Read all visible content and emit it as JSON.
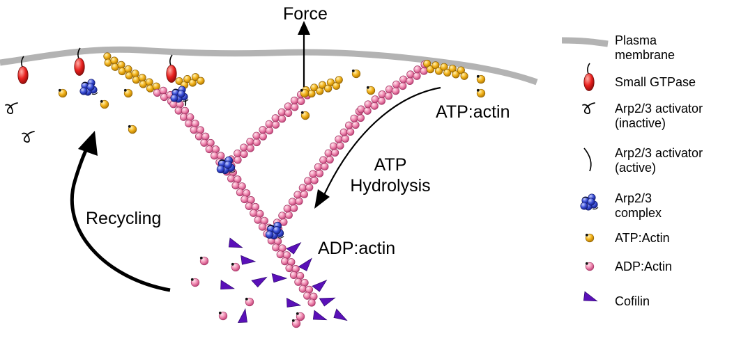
{
  "labels": {
    "force": "Force",
    "atp_actin": "ATP:actin",
    "atp_hydrolysis_line1": "ATP",
    "atp_hydrolysis_line2": "Hydrolysis",
    "recycling": "Recycling",
    "adp_actin": "ADP:actin"
  },
  "legend": [
    {
      "icon": "plasma-membrane",
      "line1": "Plasma",
      "line2": "membrane"
    },
    {
      "icon": "small-gtpase",
      "line1": "Small GTPase",
      "line2": ""
    },
    {
      "icon": "arp23-activator-inactive",
      "line1": "Arp2/3 activator",
      "line2": "(inactive)"
    },
    {
      "icon": "arp23-activator-active",
      "line1": "Arp2/3 activator",
      "line2": "(active)"
    },
    {
      "icon": "arp23-complex",
      "line1": "Arp2/3",
      "line2": "complex"
    },
    {
      "icon": "atp-actin",
      "line1": "ATP:Actin",
      "line2": ""
    },
    {
      "icon": "adp-actin",
      "line1": "ADP:Actin",
      "line2": ""
    },
    {
      "icon": "cofilin",
      "line1": "Cofilin",
      "line2": ""
    }
  ],
  "colors": {
    "membrane": "#b3b3b3",
    "gtpase": "#e8201e",
    "arp23": "#3a4fd8",
    "atp_actin": "#f2b21a",
    "adp_actin": "#f08cb2",
    "cofilin": "#5a10b8"
  }
}
